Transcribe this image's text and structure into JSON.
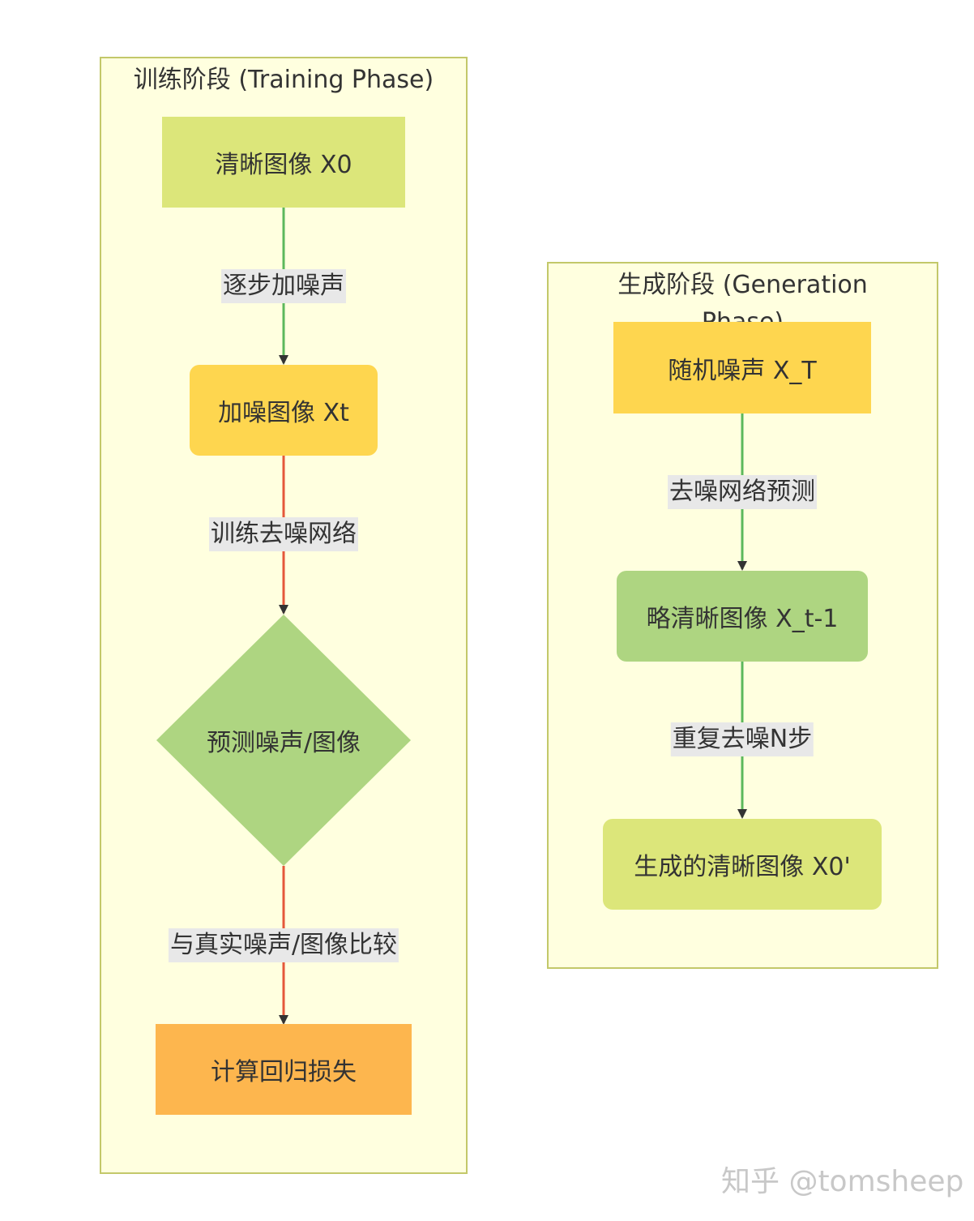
{
  "training": {
    "title": "训练阶段 (Training Phase)",
    "nodes": {
      "x0": "清晰图像 X0",
      "xt": "加噪图像 Xt",
      "predict": "预测噪声/图像",
      "loss": "计算回归损失"
    },
    "edges": {
      "add_noise": "逐步加噪声",
      "train_net": "训练去噪网络",
      "compare": "与真实噪声/图像比较"
    }
  },
  "generation": {
    "title": "生成阶段 (Generation Phase)",
    "nodes": {
      "xT": "随机噪声 X_T",
      "xt1": "略清晰图像 X_t-1",
      "x0p": "生成的清晰图像 X0'"
    },
    "edges": {
      "predict_net": "去噪网络预测",
      "repeat": "重复去噪N步"
    }
  },
  "watermark": "知乎 @tomsheep",
  "colors": {
    "cluster_fill": "#ffffdf",
    "cluster_border": "#c3c86a",
    "lime": "#dce67a",
    "yellow": "#fed64f",
    "green": "#aed581",
    "orange": "#fdb64e",
    "edge_green": "#5cb85c",
    "edge_red": "#e4573a",
    "edge_label_bg": "#e8e8e8"
  }
}
